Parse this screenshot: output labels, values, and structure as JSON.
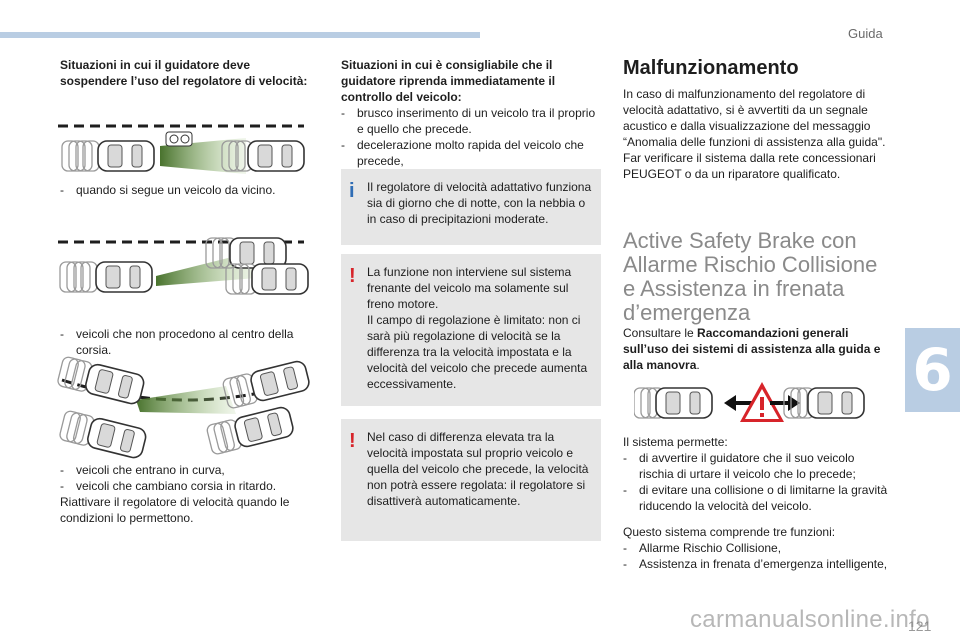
{
  "header": {
    "section": "Guida",
    "chapter": "6",
    "page_number": "121"
  },
  "watermark": "carmanualsonline.info",
  "left_column": {
    "heading": "Situazioni in cui il guidatore deve sospendere l’uso del regolatore di velocità:",
    "item1": "quando si segue un veicolo da vicino.",
    "item2": "veicoli che non procedono al centro della corsia.",
    "item3": "veicoli che entrano in curva,",
    "item4": "veicoli che cambiano corsia in ritardo.",
    "closing": "Riattivare il regolatore di velocità quando le condizioni lo permettono."
  },
  "middle_column": {
    "heading": "Situazioni in cui è consigliabile che il guidatore riprenda immediatamente il controllo del veicolo:",
    "item1": "brusco inserimento di un veicolo tra il proprio e quello che precede.",
    "item2": "decelerazione molto rapida del veicolo che precede,",
    "note_info": "Il regolatore di velocità adattativo funziona sia di giorno che di notte, con la nebbia o in caso di precipitazioni moderate.",
    "note_warn1_a": "La funzione non interviene sul sistema frenante del veicolo ma solamente sul freno motore.",
    "note_warn1_b": "Il campo di regolazione è limitato: non ci sarà più regolazione di velocità se la differenza tra la velocità impostata e la velocità del veicolo che precede aumenta eccessivamente.",
    "note_warn2": "Nel caso di differenza elevata tra la velocità impostata sul proprio veicolo e quella del veicolo che precede, la velocità non potrà essere regolata: il regolatore si disattiverà automaticamente."
  },
  "right_column": {
    "malf_title": "Malfunzionamento",
    "malf_p1": "In caso di malfunzionamento del regolatore di velocità adattativo, si è avvertiti da un segnale acustico e dalla visualizzazione del messaggio “Anomalia delle funzioni di assistenza alla guida\".",
    "malf_p2": "Far verificare il sistema dalla rete concessionari PEUGEOT o da un riparatore qualificato.",
    "active_title": "Active Safety Brake con Allarme Rischio Collisione e Assistenza in frenata d’emergenza",
    "consult_pre": "Consultare le ",
    "consult_bold": "Raccomandazioni generali sull’uso dei sistemi di assistenza alla guida e alla manovra",
    "consult_post": ".",
    "allows_intro": "Il sistema permette:",
    "allows1": "di avvertire il guidatore che il suo veicolo rischia di urtare il veicolo che lo precede;",
    "allows2": "di evitare una collisione o di limitarne la gravità riducendo la velocità del veicolo.",
    "functions_intro": "Questo sistema comprende tre funzioni:",
    "function1": "Allarme Rischio Collisione,",
    "function2": "Assistenza in frenata d’emergenza intelligente,"
  },
  "colors": {
    "accent": "#b9cde3",
    "note_bg": "#e6e6e6",
    "info": "#2f6db5",
    "warning": "#d7242a",
    "radar": "#5f8a3a"
  }
}
